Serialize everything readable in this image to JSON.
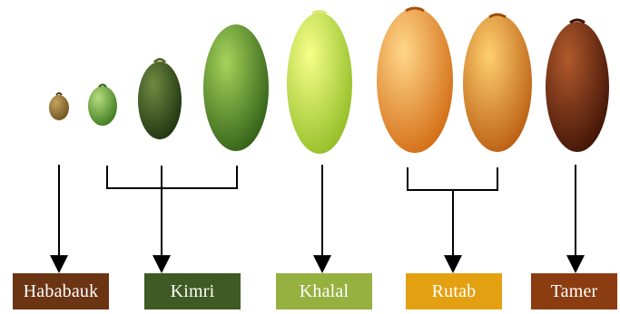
{
  "stages": [
    {
      "key": "hababauk",
      "label": "Hababauk",
      "color": "#6b3413"
    },
    {
      "key": "kimri",
      "label": "Kimri",
      "color": "#3f5a22"
    },
    {
      "key": "khalal",
      "label": "Khalal",
      "color": "#96b140"
    },
    {
      "key": "rutab",
      "label": "Rutab",
      "color": "#e3a112"
    },
    {
      "key": "tamer",
      "label": "Tamer",
      "color": "#8b3c10"
    }
  ],
  "fruit_colors": {
    "hababauk": [
      "#c6a35c",
      "#6e5321"
    ],
    "kimri_small": [
      "#b6dd7c",
      "#3e7a20"
    ],
    "kimri_medium": [
      "#6f8a40",
      "#1f3512"
    ],
    "kimri_large": [
      "#a6d35a",
      "#2c5a14"
    ],
    "khalal": [
      "#f6ff8a",
      "#8eba22"
    ],
    "rutab_1": [
      "#ffd78a",
      "#d1670e"
    ],
    "rutab_2": [
      "#ffcf6e",
      "#b5560b"
    ],
    "tamer": [
      "#b15a2c",
      "#3e1206"
    ]
  }
}
